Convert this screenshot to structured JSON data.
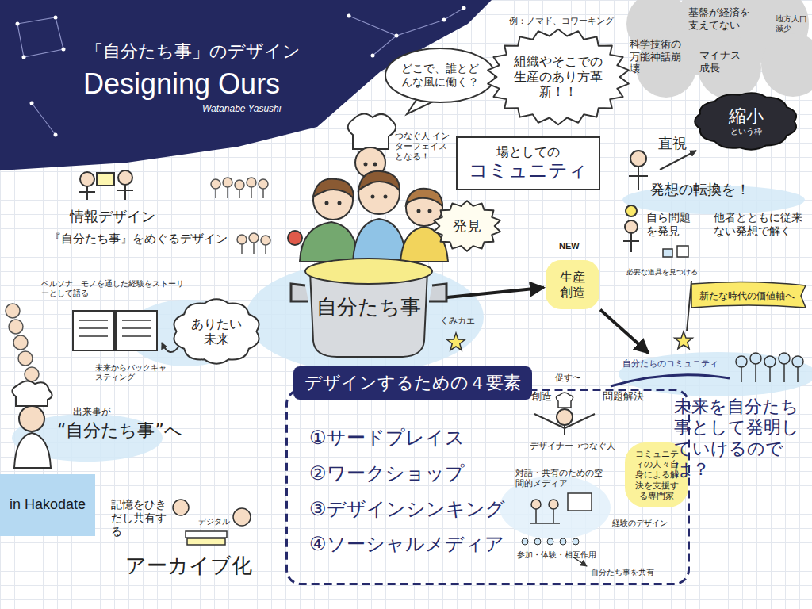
{
  "diagram": {
    "title": "「自分たち事」のデザイン",
    "nodes": [
      {
        "text": [
          "ありたい未来"
        ]
      },
      {
        "text": [
          "in Hakodate"
        ]
      },
      {
        "text": [
          "どこで、誰とどんな風に働く？"
        ]
      },
      {
        "text": [
          "組織やそこでの生産のあり方革新！！"
        ]
      },
      {
        "text": [
          "場としての",
          "コミュニティ"
        ]
      },
      {
        "text": [
          "発見"
        ]
      },
      {
        "text": [
          "自分たち事"
        ]
      },
      {
        "text": [
          "生産 創造"
        ]
      },
      {
        "text": [
          "自分たちのコミュニティ"
        ]
      },
      {
        "text": [
          "新たな時代の価値軸へ"
        ]
      },
      {
        "text": [
          "縮小",
          "という枠"
        ]
      },
      {
        "text": [
          "①サードプレイス",
          "②ワークショップ",
          "③デザインシンキング",
          "④ソーシャルメディア"
        ]
      },
      {
        "text": [
          "デザインするための４要素"
        ],
        "in": 11
      },
      {
        "text": [
          "コミュニティの人々自身による解決を支援する専門家"
        ],
        "in": 11
      }
    ],
    "edges": [
      {
        "from": 6,
        "to": 7,
        "arrow": "to"
      },
      {
        "from": 7,
        "to": 8,
        "arrow": "to"
      }
    ],
    "labels": [
      "Designing Ours",
      "Watanabe Yasushi",
      "情報デザイン",
      "『自分たち事』をめぐるデザイン",
      "ペルソナ　モノを通した経験をストーリーとして語る",
      "未来からバックキャスティング",
      "出来事が",
      "“自分たち事”へ",
      "記憶をひきだし共有する",
      "デジタル",
      "アーカイブ化",
      "例：ノマド、コワーキング",
      "つなぐ人 インターフェイスとなる！",
      "くみカエ",
      "NEW",
      "基盤が経済を支えてない",
      "科学技術の万能神話崩壊",
      "マイナス成長",
      "地方人口減少",
      "直視",
      "発想の転換を！",
      "自ら問題を発見",
      "他者とともに従来ない発想で解く",
      "必要な道具を見つける",
      "未来を自分たち事として発明していけるのでは？",
      "促す〜",
      "創造",
      "問題解決",
      "デザイナー→つなぐ人",
      "対話・共有のための空間的メディア",
      "参加・体験・相互作用",
      "経験のデザイン",
      "自分たち事を共有"
    ]
  }
}
